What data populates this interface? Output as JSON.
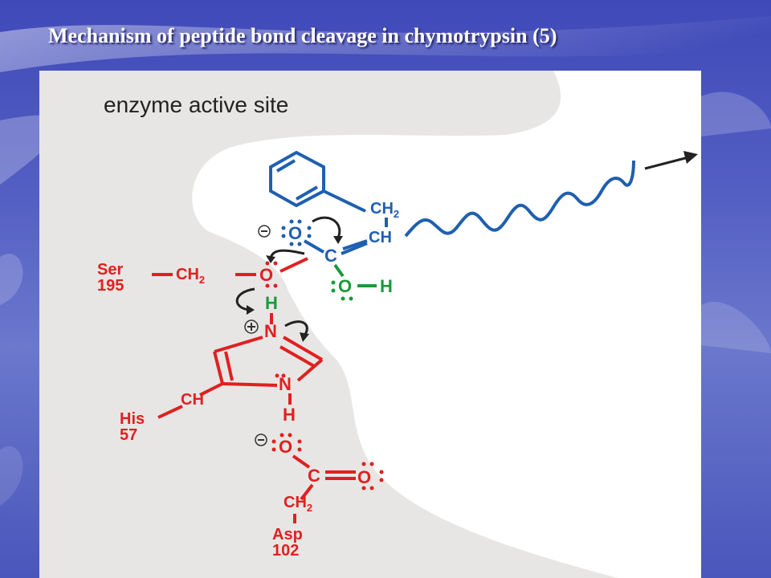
{
  "slide": {
    "title": "Mechanism of peptide bond cleavage in chymotrypsin (5)"
  },
  "figure": {
    "heading": "enzyme active site",
    "labels": {
      "ch2_top": "CH",
      "ch2_top_sub": "2",
      "ch": "CH",
      "o_minus": "O",
      "c_center": "C",
      "oh_o": "O",
      "oh_h": "H",
      "ser": "Ser",
      "ser_num": "195",
      "ser_ch2": "CH",
      "ser_ch2_sub": "2",
      "ser_o": "O",
      "h_green": "H",
      "his_n_top": "N",
      "his_n_bottom": "N",
      "his_h": "H",
      "his_ch": "CH",
      "his": "His",
      "his_num": "57",
      "asp_o1": "O",
      "asp_c": "C",
      "asp_o2": "O",
      "asp_ch2": "CH",
      "asp_ch2_sub": "2",
      "asp": "Asp",
      "asp_num": "102"
    },
    "colors": {
      "substrate": "#1f5fb0",
      "serine": "#e02020",
      "histidine": "#e02020",
      "aspartate": "#e02020",
      "water": "#1a9a3a",
      "active_site_bg": "#e8e6e4",
      "arrows": "#222222"
    }
  }
}
